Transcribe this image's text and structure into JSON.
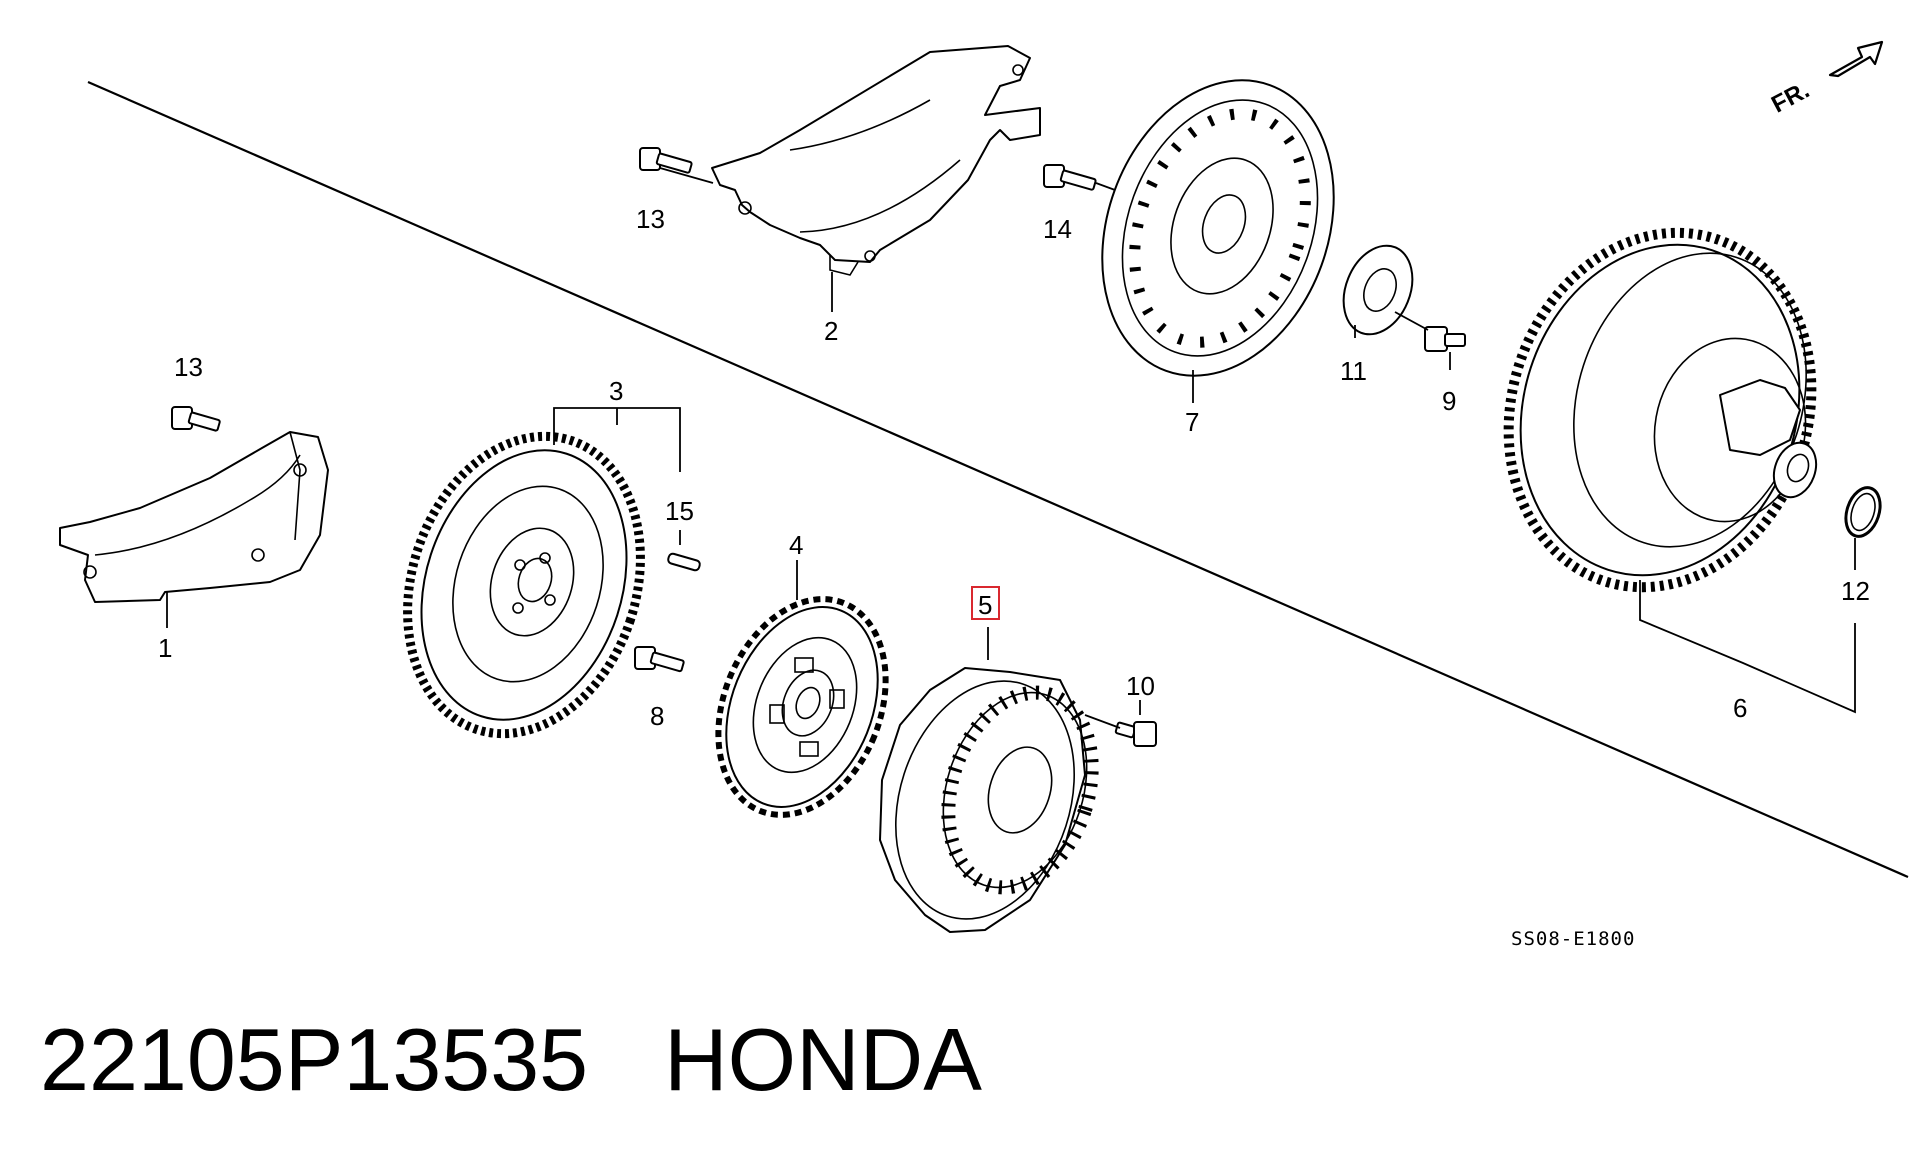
{
  "callouts": {
    "c1": "1",
    "c2": "2",
    "c3": "3",
    "c4": "4",
    "c5": "5",
    "c6": "6",
    "c7": "7",
    "c8": "8",
    "c9": "9",
    "c10": "10",
    "c11": "11",
    "c12": "12",
    "c13a": "13",
    "c13b": "13",
    "c14": "14",
    "c15": "15"
  },
  "highlighted_callout": "5",
  "direction_label": "FR.",
  "diagram_code": "SS08-E1800",
  "caption": {
    "part_number": "22105P13535",
    "brand": "HONDA"
  },
  "colors": {
    "line": "#000000",
    "highlight": "#d9282f",
    "background": "#ffffff"
  }
}
